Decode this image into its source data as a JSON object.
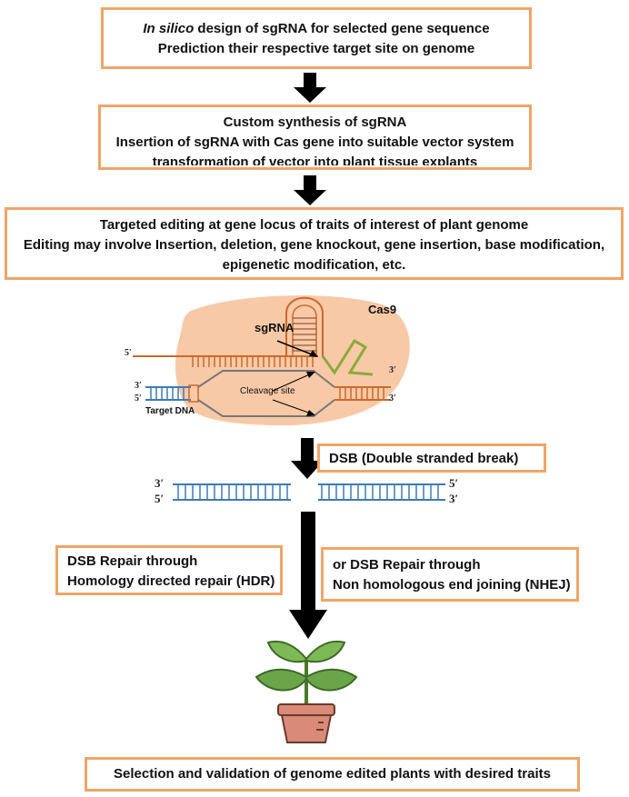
{
  "box1": {
    "italic": "In silico",
    "rest": " design of sgRNA for selected gene sequence",
    "line2": "Prediction their respective target site on genome"
  },
  "box2": {
    "line1": "Custom synthesis of sgRNA",
    "line2": "Insertion of sgRNA with Cas gene into suitable vector system",
    "line3": "transformation of vector into plant tissue explants"
  },
  "box3": {
    "line1": "Targeted editing at gene locus of traits of interest of plant genome",
    "line2": "Editing may involve Insertion, deletion, gene knockout, gene insertion, base modification,",
    "line3": "epigenetic modification, etc."
  },
  "cas": {
    "cas9": "Cas9",
    "sgrna": "sgRNA",
    "cleavage": "Cleavage site",
    "target": "Target DNA",
    "p5": "5′",
    "p3": "3′"
  },
  "dsb": {
    "label": "DSB (Double stranded break)",
    "p3": "3′",
    "p5": "5′"
  },
  "repair": {
    "hdr1": "DSB Repair through",
    "hdr2": "Homology directed repair (HDR)",
    "nhej1": "or DSB Repair through",
    "nhej2": "Non homologous end joining (NHEJ)"
  },
  "final": {
    "label": "Selection and validation of genome edited plants with desired traits"
  },
  "colors": {
    "border": "#f0a567",
    "blob": "#f8c9a7",
    "dna": "#3c7ab5",
    "rna": "#c96a2a",
    "arrow": "#000000",
    "pot": "#d98a78",
    "leaf": "#6aa54a"
  }
}
